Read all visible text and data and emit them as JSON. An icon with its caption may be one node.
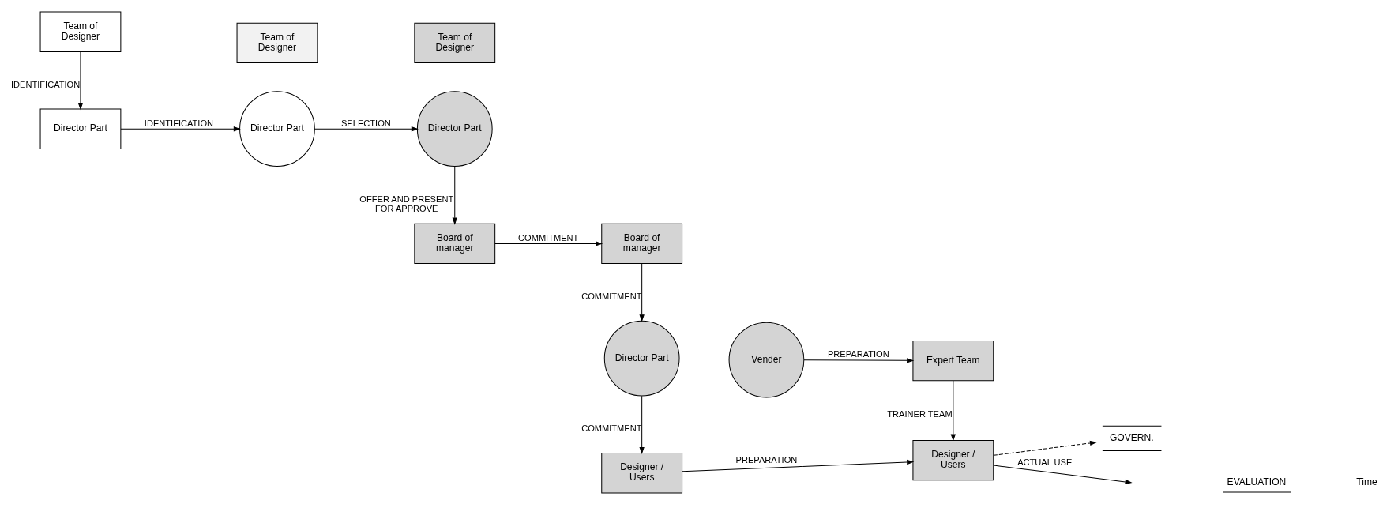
{
  "diagram": {
    "nodes": [
      {
        "text": [
          "Director Part"
        ]
      },
      {
        "text": [
          "Team of Designer"
        ]
      },
      {
        "text": [
          "Director Part"
        ]
      },
      {
        "text": [
          "Team of Designer"
        ]
      },
      {
        "text": [
          "Director Part"
        ]
      },
      {
        "text": [
          "Team of Designer"
        ]
      },
      {
        "text": [
          "Board of manager"
        ]
      },
      {
        "text": [
          "Board of manager"
        ]
      },
      {
        "text": [
          "Director Part"
        ]
      },
      {
        "text": [
          "Vender"
        ]
      },
      {
        "text": [
          "Expert Team"
        ]
      },
      {
        "text": [
          "Designer / Users"
        ]
      },
      {
        "text": [
          "Designer / Users"
        ]
      },
      {
        "text": [
          "GOVERN."
        ]
      }
    ],
    "edges": [
      {
        "from": 1,
        "to": 0,
        "arrow": "to",
        "label": "IDENTIFICATION"
      },
      {
        "from": 0,
        "to": 2,
        "arrow": "to",
        "label": "IDENTIFICATION"
      },
      {
        "from": 2,
        "to": 4,
        "arrow": "to",
        "label": "SELECTION"
      },
      {
        "from": 4,
        "to": 6,
        "arrow": "to",
        "label": "OFFER AND PRESENT FOR APPROVE"
      },
      {
        "from": 6,
        "to": 7,
        "arrow": "to",
        "label": "COMMITMENT"
      },
      {
        "from": 7,
        "to": 8,
        "arrow": "to",
        "label": "COMMITMENT"
      },
      {
        "from": 9,
        "to": 10,
        "arrow": "to",
        "label": "PREPARATION"
      },
      {
        "from": 8,
        "to": 11,
        "arrow": "to",
        "label": "COMMITMENT"
      },
      {
        "from": 10,
        "to": 12,
        "arrow": "to",
        "label": "TRAINER TEAM"
      },
      {
        "from": 11,
        "to": 12,
        "arrow": "to",
        "label": "PREPARATION"
      },
      {
        "from": 12,
        "to": 13,
        "arrow": "to",
        "style": "dashed"
      },
      {
        "from": 12,
        "to": null,
        "arrow": "to",
        "label": "ACTUAL USE"
      }
    ],
    "labels": [
      "EVALUATION",
      "Time"
    ]
  }
}
